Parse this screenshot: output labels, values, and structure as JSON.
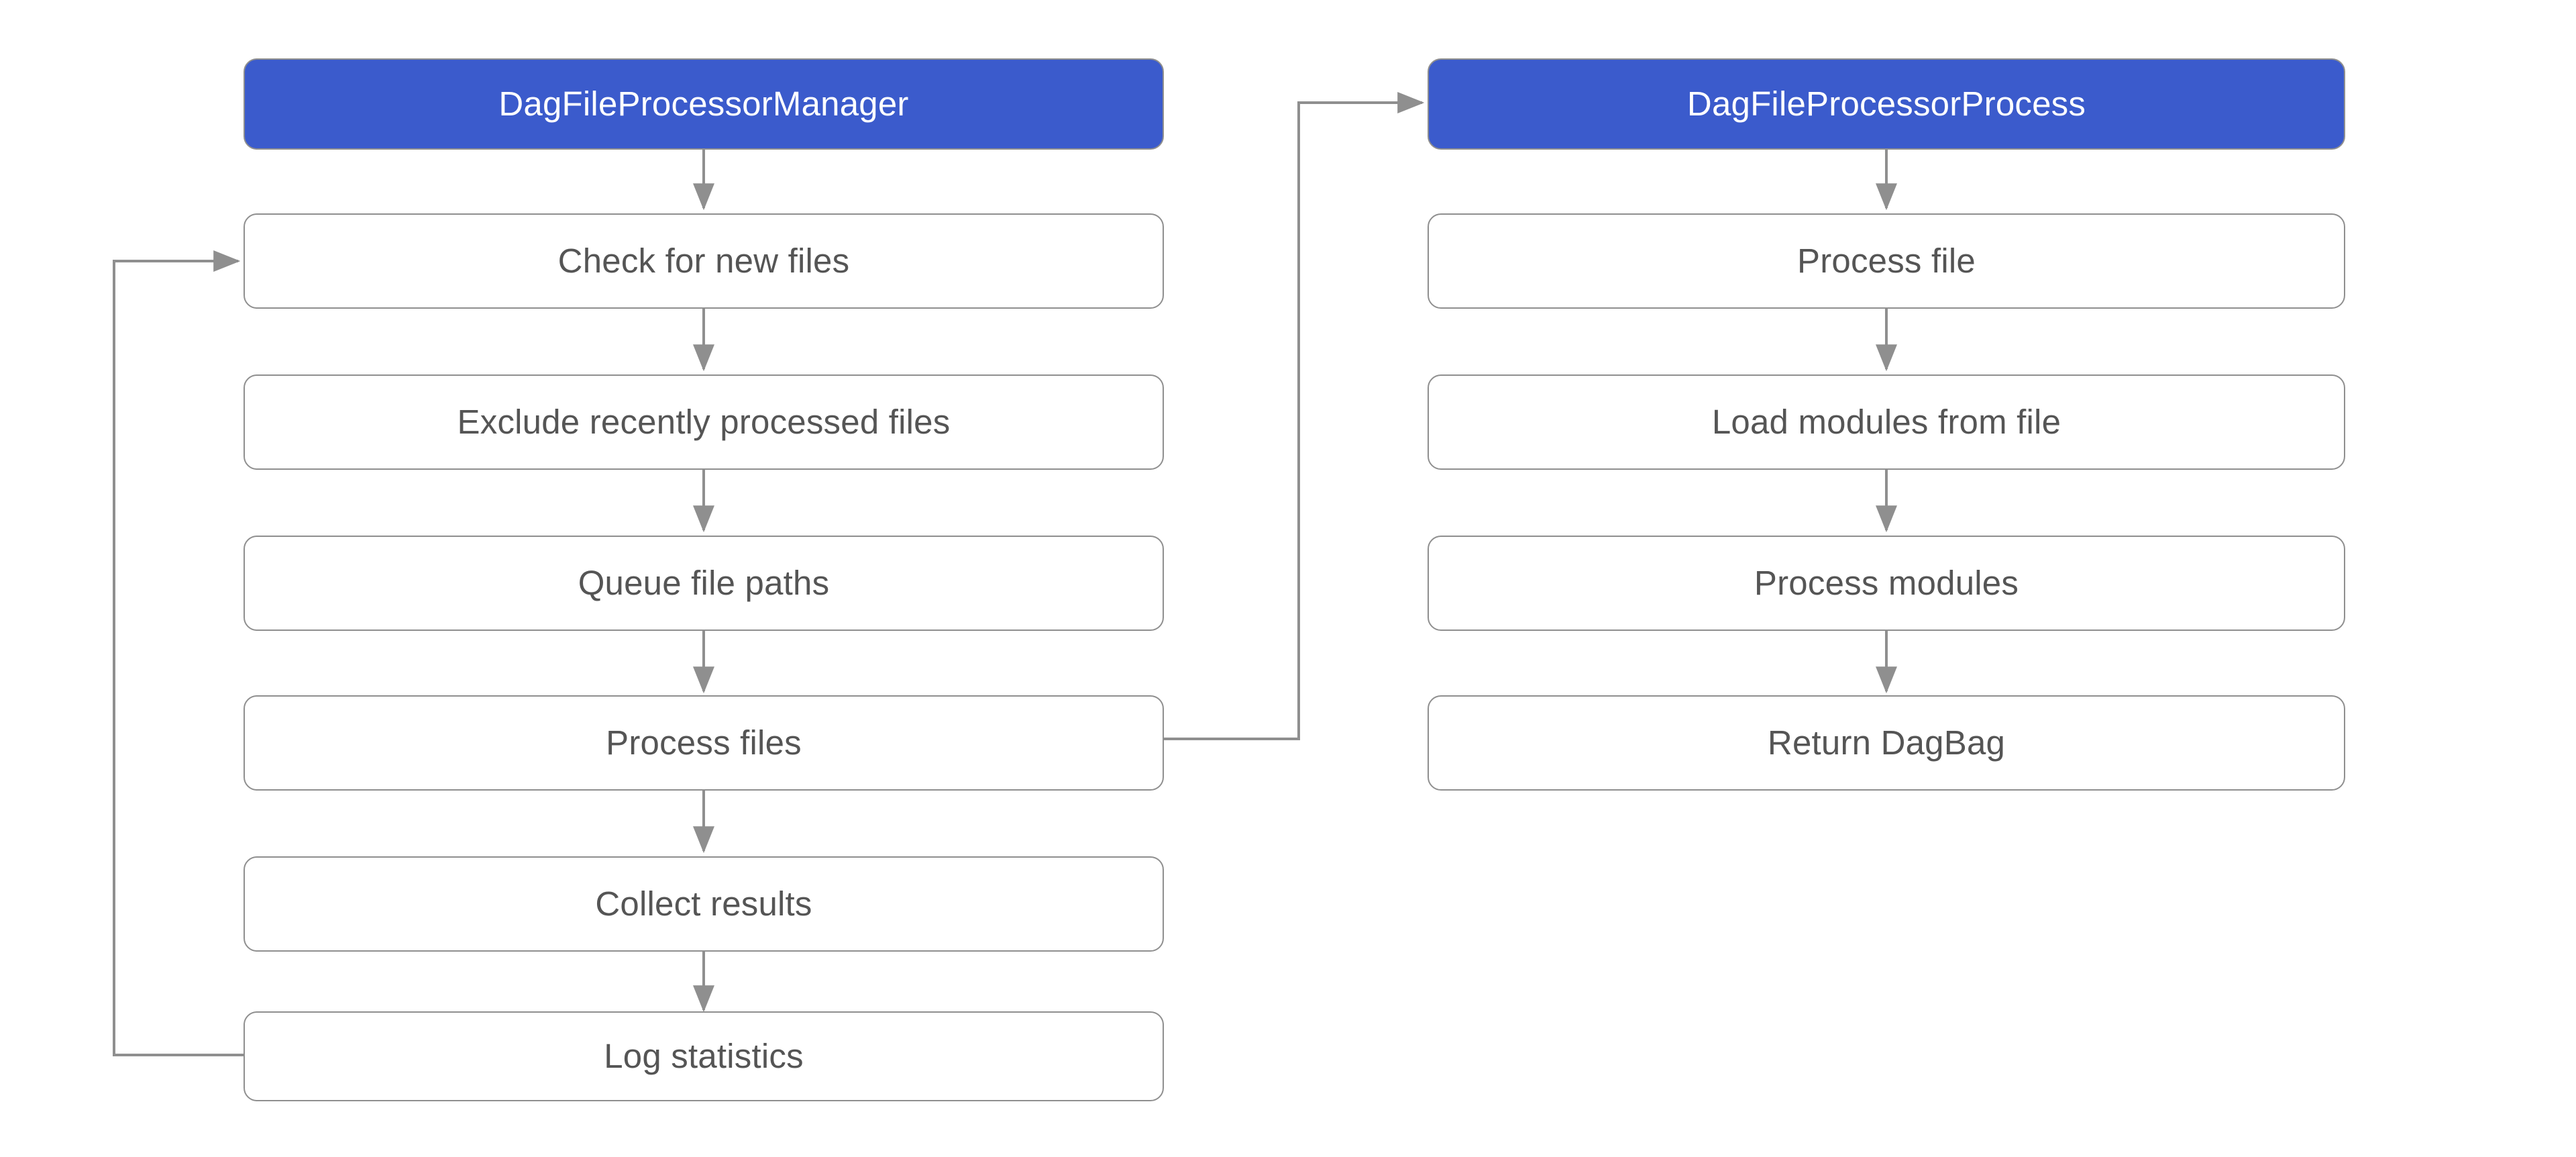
{
  "diagram": {
    "type": "flowchart",
    "title": "DagFileProcessor architecture flow",
    "background_color": "#ffffff",
    "header_fill_color": "#3B5BCC",
    "header_text_color": "#ffffff",
    "node_fill_color": "#ffffff",
    "node_border_color": "#8f8f8f",
    "node_text_color": "#555555",
    "edge_color": "#8f8f8f"
  },
  "columns": [
    {
      "id": "manager",
      "header": {
        "label": "DagFileProcessorManager"
      },
      "steps": [
        {
          "id": "check-for-new-files",
          "label": "Check for new files"
        },
        {
          "id": "exclude-recently-processed-files",
          "label": "Exclude recently processed files"
        },
        {
          "id": "queue-file-paths",
          "label": "Queue file paths"
        },
        {
          "id": "process-files",
          "label": "Process files"
        },
        {
          "id": "collect-results",
          "label": "Collect results"
        },
        {
          "id": "log-statistics",
          "label": "Log statistics"
        }
      ]
    },
    {
      "id": "process",
      "header": {
        "label": "DagFileProcessorProcess"
      },
      "steps": [
        {
          "id": "process-file",
          "label": "Process file"
        },
        {
          "id": "load-modules-from-file",
          "label": "Load modules from file"
        },
        {
          "id": "process-modules",
          "label": "Process modules"
        },
        {
          "id": "return-dagbag",
          "label": "Return DagBag"
        }
      ]
    }
  ],
  "edges": [
    {
      "id": "edge-manager-to-check",
      "from": "DagFileProcessorManager",
      "to": "Check for new files",
      "style": "straight-down-arrow"
    },
    {
      "id": "edge-check-to-exclude",
      "from": "Check for new files",
      "to": "Exclude recently processed files",
      "style": "straight-down-arrow"
    },
    {
      "id": "edge-exclude-to-queue",
      "from": "Exclude recently processed files",
      "to": "Queue file paths",
      "style": "straight-down-arrow"
    },
    {
      "id": "edge-queue-to-process-files",
      "from": "Queue file paths",
      "to": "Process files",
      "style": "straight-down-arrow"
    },
    {
      "id": "edge-process-files-to-collect",
      "from": "Process files",
      "to": "Collect results",
      "style": "straight-down-arrow"
    },
    {
      "id": "edge-collect-to-log",
      "from": "Collect results",
      "to": "Log statistics",
      "style": "straight-down-arrow"
    },
    {
      "id": "edge-log-to-check-loop",
      "from": "Log statistics",
      "to": "Check for new files",
      "style": "orthogonal-left-loop-arrow"
    },
    {
      "id": "edge-process-files-to-processor-process",
      "from": "Process files",
      "to": "DagFileProcessorProcess",
      "style": "orthogonal-right-up-arrow"
    },
    {
      "id": "edge-processor-process-to-process-file",
      "from": "DagFileProcessorProcess",
      "to": "Process file",
      "style": "straight-down-arrow"
    },
    {
      "id": "edge-process-file-to-load-modules",
      "from": "Process file",
      "to": "Load modules from file",
      "style": "straight-down-arrow"
    },
    {
      "id": "edge-load-modules-to-process-modules",
      "from": "Load modules from file",
      "to": "Process modules",
      "style": "straight-down-arrow"
    },
    {
      "id": "edge-process-modules-to-return-dagbag",
      "from": "Process modules",
      "to": "Return DagBag",
      "style": "straight-down-arrow"
    }
  ]
}
